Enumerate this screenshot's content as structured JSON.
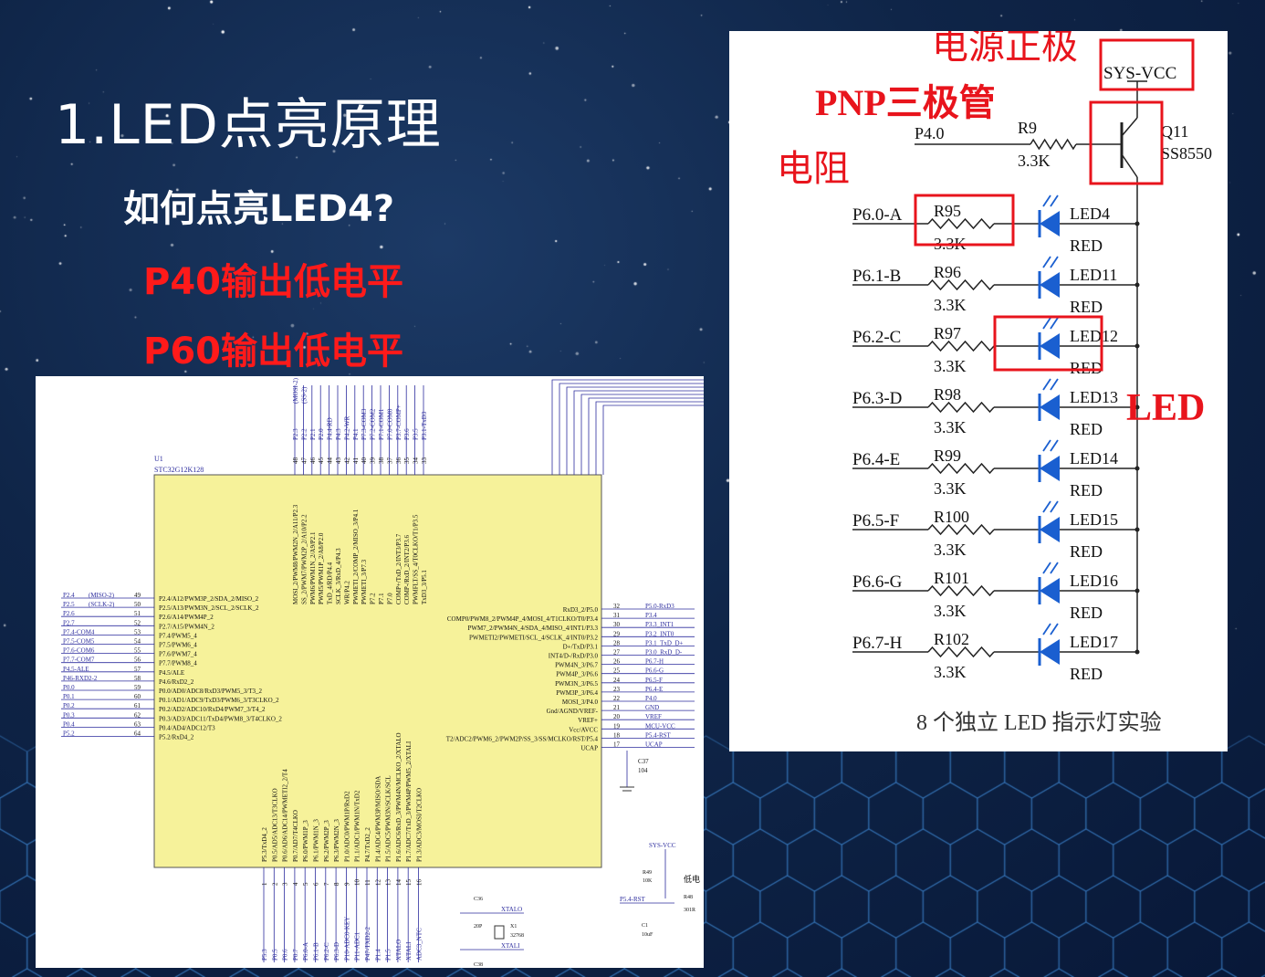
{
  "slide": {
    "title": "1.LED点亮原理",
    "subtitle": "如何点亮LED4?",
    "steps": [
      "P40输出低电平",
      "P60输出低电平"
    ]
  },
  "led_schematic": {
    "supply_label": "SYS-VCC",
    "control_pin": "P4.0",
    "base_resistor": {
      "name": "R9",
      "value": "3.3K"
    },
    "transistor": {
      "name": "Q11",
      "model": "SS8550"
    },
    "rows": [
      {
        "pin": "P6.0-A",
        "resistor": "R95",
        "value": "3.3K",
        "led": "LED4",
        "color": "RED"
      },
      {
        "pin": "P6.1-B",
        "resistor": "R96",
        "value": "3.3K",
        "led": "LED11",
        "color": "RED"
      },
      {
        "pin": "P6.2-C",
        "resistor": "R97",
        "value": "3.3K",
        "led": "LED12",
        "color": "RED"
      },
      {
        "pin": "P6.3-D",
        "resistor": "R98",
        "value": "3.3K",
        "led": "LED13",
        "color": "RED"
      },
      {
        "pin": "P6.4-E",
        "resistor": "R99",
        "value": "3.3K",
        "led": "LED14",
        "color": "RED"
      },
      {
        "pin": "P6.5-F",
        "resistor": "R100",
        "value": "3.3K",
        "led": "LED15",
        "color": "RED"
      },
      {
        "pin": "P6.6-G",
        "resistor": "R101",
        "value": "3.3K",
        "led": "LED16",
        "color": "RED"
      },
      {
        "pin": "P6.7-H",
        "resistor": "R102",
        "value": "3.3K",
        "led": "LED17",
        "color": "RED"
      }
    ],
    "caption": "8 个独立 LED 指示灯实验",
    "annotations": {
      "power": "电源正极",
      "pnp": "PNP三极管",
      "resistor": "电阻",
      "led": "LED"
    },
    "highlight_color": "#e8141c"
  },
  "mcu_schematic": {
    "ref": "U1",
    "part": "STC32G12K128",
    "chip_color": "#f6f29a",
    "left_nets": [
      {
        "net": "P2.4",
        "alt": "(MISO-2)",
        "num": "49",
        "fn": "P2.4/A12/PWM3P_2/SDA_2/MISO_2"
      },
      {
        "net": "P2.5",
        "alt": "(SCLK-2)",
        "num": "50",
        "fn": "P2.5/A13/PWM3N_2/SCL_2/SCLK_2"
      },
      {
        "net": "P2.6",
        "alt": "",
        "num": "51",
        "fn": "P2.6/A14/PWM4P_2"
      },
      {
        "net": "P2.7",
        "alt": "",
        "num": "52",
        "fn": "P2.7/A15/PWM4N_2"
      },
      {
        "net": "P7.4-COM4",
        "alt": "",
        "num": "53",
        "fn": "P7.4/PWM5_4"
      },
      {
        "net": "P7.5-COM5",
        "alt": "",
        "num": "54",
        "fn": "P7.5/PWM6_4"
      },
      {
        "net": "P7.6-COM6",
        "alt": "",
        "num": "55",
        "fn": "P7.6/PWM7_4"
      },
      {
        "net": "P7.7-COM7",
        "alt": "",
        "num": "56",
        "fn": "P7.7/PWM8_4"
      },
      {
        "net": "P4.5-ALE",
        "alt": "",
        "num": "57",
        "fn": "P4.5/ALE"
      },
      {
        "net": "P46-RXD2-2",
        "alt": "",
        "num": "58",
        "fn": "P4.6/RxD2_2"
      },
      {
        "net": "P0.0",
        "alt": "",
        "num": "59",
        "fn": "P0.0/AD0/ADC8/RxD3/PWM5_3/T3_2"
      },
      {
        "net": "P0.1",
        "alt": "",
        "num": "60",
        "fn": "P0.1/AD1/ADC9/TxD3/PWM6_3/T3CLKO_2"
      },
      {
        "net": "P0.2",
        "alt": "",
        "num": "61",
        "fn": "P0.2/AD2/ADC10/RxD4/PWM7_3/T4_2"
      },
      {
        "net": "P0.3",
        "alt": "",
        "num": "62",
        "fn": "P0.3/AD3/ADC11/TxD4/PWM8_3/T4CLKO_2"
      },
      {
        "net": "P0.4",
        "alt": "",
        "num": "63",
        "fn": "P0.4/AD4/ADC12/T3"
      },
      {
        "net": "P5.2",
        "alt": "",
        "num": "64",
        "fn": "P5.2/RxD4_2"
      }
    ],
    "right_nets": [
      {
        "net": "P5.0-RxD3",
        "num": "32",
        "fn": "RxD3_2/P5.0"
      },
      {
        "net": "P3.4",
        "num": "31",
        "fn": "COMP0/PWM8_2/PWM4P_4/MOSI_4/T1CLKO/T0/P3.4"
      },
      {
        "net": "P3.3_INT1",
        "num": "30",
        "fn": "PWM7_2/PWM4N_4/SDA_4/MISO_4/INT1/P3.3"
      },
      {
        "net": "P3.2_INT0",
        "num": "29",
        "fn": "PWMETI2/PWMETI/SCL_4/SCLK_4/INT0/P3.2"
      },
      {
        "net": "P3.1_TxD_D+",
        "num": "28",
        "fn": "D+/TxD/P3.1"
      },
      {
        "net": "P3.0_RxD_D-",
        "num": "27",
        "fn": "INT4/D-/RxD/P3.0"
      },
      {
        "net": "P6.7-H",
        "num": "26",
        "fn": "PWM4N_3/P6.7"
      },
      {
        "net": "P6.6-G",
        "num": "25",
        "fn": "PWM4P_3/P6.6"
      },
      {
        "net": "P6.5-F",
        "num": "24",
        "fn": "PWM3N_3/P6.5"
      },
      {
        "net": "P6.4-E",
        "num": "23",
        "fn": "PWM3P_3/P6.4"
      },
      {
        "net": "P4.0",
        "num": "22",
        "fn": "MOSI_3/P4.0"
      },
      {
        "net": "GND",
        "num": "21",
        "fn": "Gnd/AGND/VREF-"
      },
      {
        "net": "VREF",
        "num": "20",
        "fn": "VREF+"
      },
      {
        "net": "MCU-VCC",
        "num": "19",
        "fn": "Vcc/AVCC"
      },
      {
        "net": "P5.4-RST",
        "num": "18",
        "fn": "T2/ADC2/PWM6_2/PWM2P/SS_3/SS/MCLKO/RST/P5.4"
      },
      {
        "net": "UCAP",
        "num": "17",
        "fn": "UCAP"
      }
    ],
    "top_nets": [
      {
        "net": "P2.3",
        "alt": "(MOSI-2)",
        "num": "48",
        "fn": "MOSI_2/PWM8/PWM2N_2/A11/P2.3"
      },
      {
        "net": "P2.2",
        "alt": "(SS-2)",
        "num": "47",
        "fn": "SS_2/PWM7/PWM2P_2/A10/P2.2"
      },
      {
        "net": "P2.1",
        "alt": "",
        "num": "46",
        "fn": "PWM6/PWM1N_2/A9/P2.1"
      },
      {
        "net": "P2.0",
        "alt": "",
        "num": "45",
        "fn": "PWM5/PWM1P_2/A8/P2.0"
      },
      {
        "net": "P4.4-RD",
        "alt": "",
        "num": "44",
        "fn": "TxD_4/RD/P4.4"
      },
      {
        "net": "P4.3",
        "alt": "",
        "num": "43",
        "fn": "SCLK_3/RxD_4/P4.3"
      },
      {
        "net": "P4.2-WR",
        "alt": "",
        "num": "42",
        "fn": "WR/P4.2"
      },
      {
        "net": "P4.1",
        "alt": "",
        "num": "41",
        "fn": "PWMETI_2/COMP_2/MISO_3/P4.1"
      },
      {
        "net": "P7.3-COM3",
        "alt": "",
        "num": "40",
        "fn": "PWMETI_3/P7.3"
      },
      {
        "net": "P7.2-COM2",
        "alt": "",
        "num": "39",
        "fn": "P7.2"
      },
      {
        "net": "P7.1-COM1",
        "alt": "",
        "num": "38",
        "fn": "P7.1"
      },
      {
        "net": "P7.0-COM0",
        "alt": "",
        "num": "37",
        "fn": "P7.0"
      },
      {
        "net": "P3.7-COMP+",
        "alt": "",
        "num": "36",
        "fn": "COMP+/TxD_2/INT3/P3.7"
      },
      {
        "net": "P3.6",
        "alt": "",
        "num": "35",
        "fn": "COMP-/RxD_2/INT2/P3.6"
      },
      {
        "net": "P3.5",
        "alt": "",
        "num": "34",
        "fn": "PWMFLT/SS_4/T0CLKO/T1/P3.5"
      },
      {
        "net": "P3.1-TxD3",
        "alt": "",
        "num": "33",
        "fn": "TxD3_3/P5.1"
      }
    ],
    "bottom_nets": [
      {
        "net": "P5.3",
        "num": "1",
        "fn": "P5.3/TxD4_2"
      },
      {
        "net": "P0.5",
        "num": "2",
        "fn": "P0.5/AD5/ADC13/T3CLKO"
      },
      {
        "net": "P0.6",
        "num": "3",
        "fn": "P0.6/AD6/ADC14/PWMETI2_2/T4"
      },
      {
        "net": "P0.7",
        "num": "4",
        "fn": "P0.7/AD7/T4CLKO"
      },
      {
        "net": "P6.0-A",
        "num": "5",
        "fn": "P6.0/PWM1P_3"
      },
      {
        "net": "P6.1-B",
        "num": "6",
        "fn": "P6.1/PWM1N_3"
      },
      {
        "net": "P6.2-C",
        "num": "7",
        "fn": "P6.2/PWM2P_3"
      },
      {
        "net": "P6.3-D",
        "num": "8",
        "fn": "P6.3/PWM2N_3"
      },
      {
        "net": "P10-ADC0-KEY",
        "num": "9",
        "fn": "P1.0/ADC0/PWM1P/RxD2"
      },
      {
        "net": "P11-ADC1",
        "num": "10",
        "fn": "P1.1/ADC1/PWM1N/TxD2"
      },
      {
        "net": "P47-TXD2-2",
        "num": "11",
        "fn": "P4.7/TxD2_2"
      },
      {
        "net": "P1.4",
        "num": "12",
        "fn": "P1.4/ADC4/PWM3P/MISO/SDA"
      },
      {
        "net": "P1.5",
        "num": "13",
        "fn": "P1.5/ADC5/PWM3N/SCLK/SCL"
      },
      {
        "net": "XTALO",
        "num": "14",
        "fn": "P1.6/ADC6/RxD_3/PWM4N/MCLKO_2/XTALO"
      },
      {
        "net": "XTALI",
        "num": "15",
        "fn": "P1.7/ADC7/TxD_3/PWM4P/PWM5_2/XTALI"
      },
      {
        "net": "ADC3_NTC",
        "num": "16",
        "fn": "P1.3/ADC3/MOSI/T2CLKO"
      }
    ],
    "parts": {
      "c37": {
        "name": "C37",
        "value": "104"
      },
      "c36": {
        "name": "C36",
        "value": "20P"
      },
      "c38": {
        "name": "C38"
      },
      "x1": {
        "name": "X1",
        "value": "32768"
      },
      "xtalo": "XTALO",
      "xtali": "XTALI",
      "sys_vcc": "SYS-VCC",
      "r49": {
        "name": "R49",
        "value": "10K"
      },
      "r48": {
        "name": "R48",
        "value": "301R"
      },
      "c1": {
        "name": "C1",
        "value": "10uF"
      },
      "rst_net": "P5.4-RST",
      "note": "低电"
    }
  }
}
